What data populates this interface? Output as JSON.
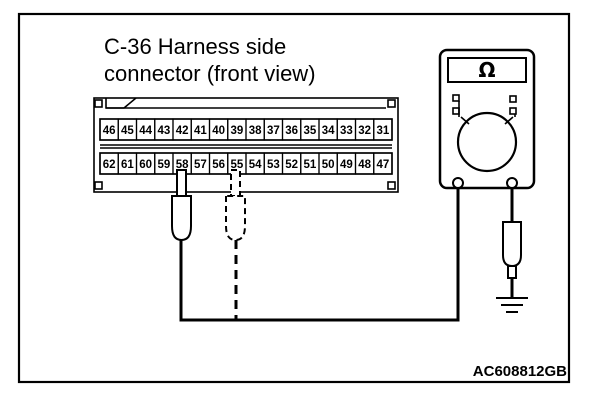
{
  "caption_line1": "C-36 Harness side",
  "caption_line2": "connector (front view)",
  "connector": {
    "top_row": [
      "46",
      "45",
      "44",
      "43",
      "42",
      "41",
      "40",
      "39",
      "38",
      "37",
      "36",
      "35",
      "34",
      "33",
      "32",
      "31"
    ],
    "bottom_row": [
      "62",
      "61",
      "60",
      "59",
      "58",
      "57",
      "56",
      "55",
      "54",
      "53",
      "52",
      "51",
      "50",
      "49",
      "48",
      "47"
    ],
    "probed_pins": {
      "solid": "58",
      "dashed": "55"
    }
  },
  "meter": {
    "unit_symbol": "Ω",
    "icon": "ohmmeter-icon"
  },
  "ground_icon": "ground-symbol-icon",
  "figure_code": "AC608812GB"
}
